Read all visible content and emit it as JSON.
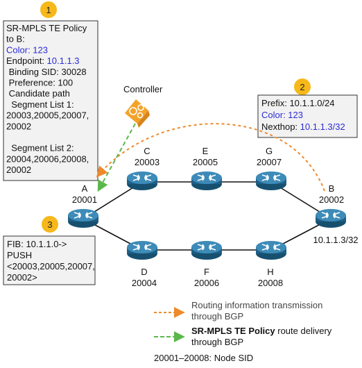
{
  "callouts": {
    "one": "1",
    "two": "2",
    "three": "3"
  },
  "policy_box": {
    "lines": [
      {
        "text": "SR-MPLS TE Policy",
        "color": "default"
      },
      {
        "text": "to B:",
        "color": "default"
      },
      {
        "text": "Color: 123",
        "color": "blue"
      },
      {
        "text": "Endpoint: ",
        "color": "default",
        "value": "10.1.1.3",
        "value_color": "blue"
      },
      {
        "text": " Binding SID: 30028",
        "color": "default"
      },
      {
        "text": " Preference: 100",
        "color": "default"
      },
      {
        "text": " Candidate path",
        "color": "default"
      },
      {
        "text": "  Segment List 1:",
        "color": "default"
      },
      {
        "text": "20003,20005,20007,",
        "color": "default"
      },
      {
        "text": "20002",
        "color": "default"
      },
      {
        "text": "",
        "color": "default"
      },
      {
        "text": "  Segment List 2:",
        "color": "default"
      },
      {
        "text": "20004,20006,20008,",
        "color": "default"
      },
      {
        "text": "20002",
        "color": "default"
      }
    ]
  },
  "controller": {
    "label": "Controller"
  },
  "prefix_box": {
    "lines": [
      {
        "text": "Prefix: 10.1.1.0/24",
        "color": "default"
      },
      {
        "text": "Color: 123",
        "color": "blue"
      },
      {
        "text": "Nexthop: ",
        "color": "default",
        "value": "10.1.1.3/32",
        "value_color": "blue"
      }
    ]
  },
  "fib_box": {
    "lines": [
      {
        "text": "FIB: 10.1.1.0->",
        "color": "default"
      },
      {
        "text": "PUSH",
        "color": "default"
      },
      {
        "text": "<20003,20005,20007,",
        "color": "default"
      },
      {
        "text": "20002>",
        "color": "default"
      }
    ]
  },
  "nodes": {
    "A": {
      "name": "A",
      "sid": "20001"
    },
    "B": {
      "name": "B",
      "sid": "20002",
      "address": "10.1.1.3/32"
    },
    "C": {
      "name": "C",
      "sid": "20003"
    },
    "D": {
      "name": "D",
      "sid": "20004"
    },
    "E": {
      "name": "E",
      "sid": "20005"
    },
    "F": {
      "name": "F",
      "sid": "20006"
    },
    "G": {
      "name": "G",
      "sid": "20007"
    },
    "H": {
      "name": "H",
      "sid": "20008"
    }
  },
  "legend": {
    "bgp_routing": {
      "line1": "Routing information transmission",
      "line2": "through BGP",
      "color": "#ee8a2c"
    },
    "policy_delivery": {
      "bold": "SR-MPLS TE Policy",
      "rest": " route delivery",
      "line2": "through BGP",
      "color": "#5ab84a"
    },
    "sid_note": "20001–20008: Node SID"
  },
  "colors": {
    "router_fill": "#1f5f86",
    "router_top": "#3d8bb8",
    "badge": "#f6b81a",
    "blue_text": "#2b2bd6",
    "bgp_orange": "#ee8a2c",
    "delivery_green": "#5ab84a"
  },
  "icons": {
    "router": "router-icon",
    "controller": "controller-gear-icon"
  }
}
